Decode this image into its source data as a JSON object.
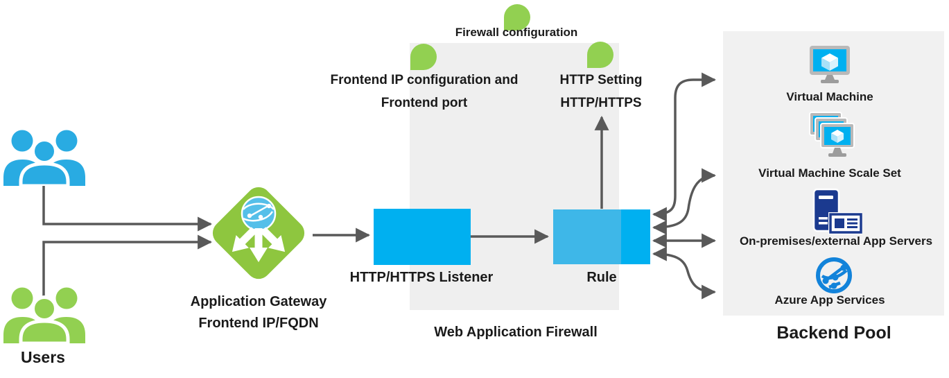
{
  "colors": {
    "accent_blue": "#00B0F0",
    "accent_blue_light": "#3EB7E8",
    "people_blue": "#29ABE2",
    "callout_green": "#92D051",
    "gateway_green": "#8EC63F",
    "icon_navy": "#1B3A8F",
    "icon_azure_blue": "#1283DA",
    "line_gray": "#595959",
    "panel_gray": "#EFEFEF",
    "text_dark": "#1A1A1A"
  },
  "annotations": {
    "firewall_configuration": "Firewall configuration",
    "frontend_ip_line1": "Frontend IP configuration and",
    "frontend_ip_line2": "Frontend port",
    "http_setting_line1": "HTTP Setting",
    "http_setting_line2": "HTTP/HTTPS"
  },
  "nodes": {
    "users": {
      "label": "Users",
      "icon": "users-group-icon"
    },
    "gateway": {
      "label_line1": "Application Gateway",
      "label_line2": "Frontend IP/FQDN",
      "icon": "application-gateway-icon"
    },
    "listener": {
      "label": "HTTP/HTTPS Listener"
    },
    "rule": {
      "label": "Rule"
    },
    "waf": {
      "label": "Web Application Firewall"
    }
  },
  "backend": {
    "title": "Backend Pool",
    "items": [
      {
        "label": "Virtual Machine",
        "icon": "virtual-machine-icon"
      },
      {
        "label": "Virtual Machine Scale Set",
        "icon": "vm-scale-set-icon"
      },
      {
        "label": "On-premises/external App Servers",
        "icon": "on-premises-server-icon"
      },
      {
        "label": "Azure App Services",
        "icon": "azure-app-services-icon"
      }
    ]
  }
}
